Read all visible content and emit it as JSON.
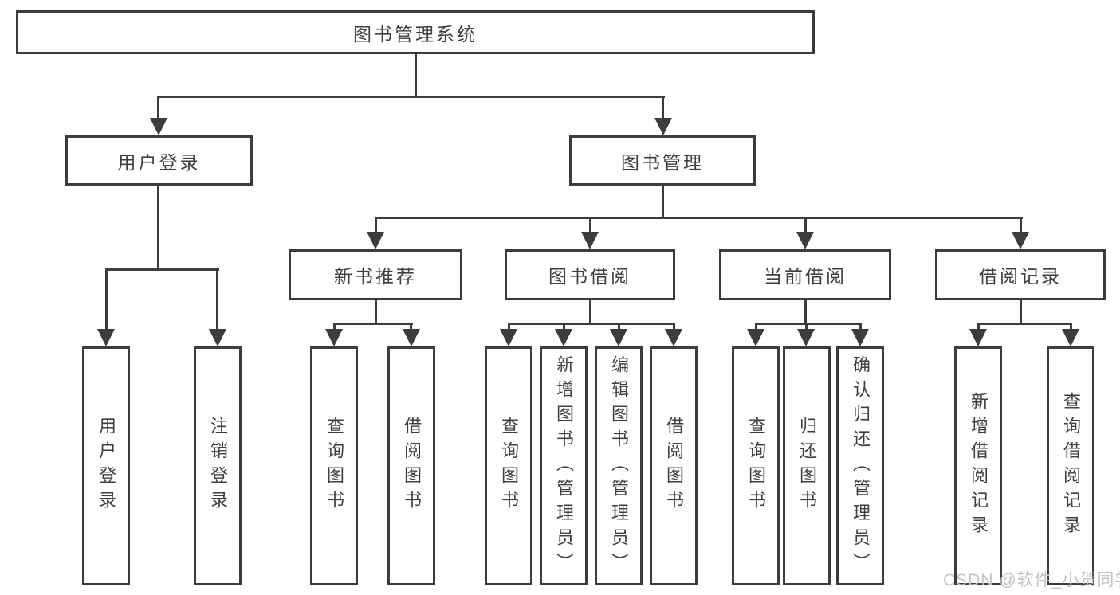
{
  "diagram": {
    "root": "图书管理系统",
    "level2": [
      "用户登录",
      "图书管理"
    ],
    "level3": [
      "新书推荐",
      "图书借阅",
      "当前借阅",
      "借阅记录"
    ],
    "user_login_children": [
      "用户登录",
      "注销登录"
    ],
    "new_book_children": [
      "查询图书",
      "借阅图书"
    ],
    "book_borrow_children": [
      "查询图书",
      "新增图书（管理员）",
      "编辑图书（管理员）",
      "借阅图书"
    ],
    "current_borrow_children": [
      "查询图书",
      "归还图书",
      "确认归还（管理员）"
    ],
    "borrow_record_children": [
      "新增借阅记录",
      "查询借阅记录"
    ]
  },
  "watermark": "CSDN @软件_小贺同学",
  "colors": {
    "line": "#3c3c3c",
    "text": "#3f3f3f",
    "watermark": "#c3c3c3",
    "background": "#ffffff"
  }
}
